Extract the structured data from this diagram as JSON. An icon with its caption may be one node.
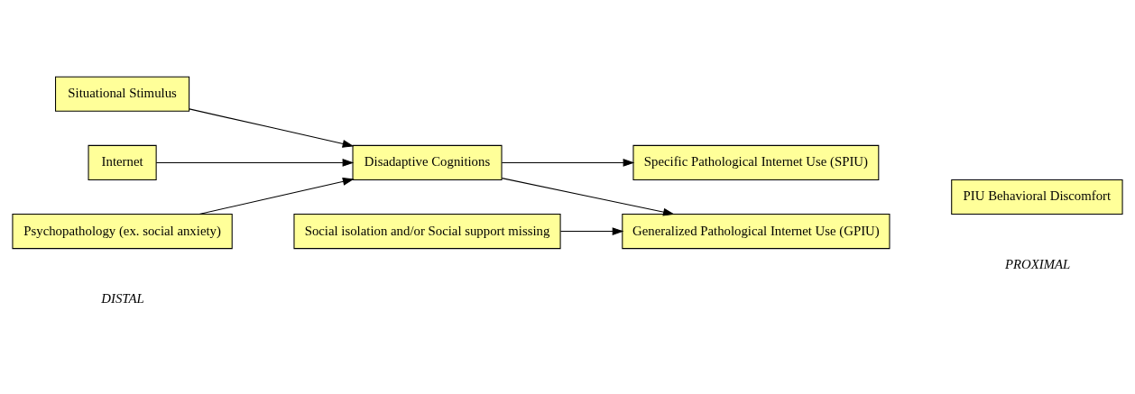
{
  "diagram": {
    "nodes": [
      {
        "text": [
          "Situational Stimulus"
        ]
      },
      {
        "text": [
          "Internet"
        ]
      },
      {
        "text": [
          "Psychopathology (ex. social anxiety)"
        ]
      },
      {
        "text": [
          "Disadaptive Cognitions"
        ]
      },
      {
        "text": [
          "Social isolation and/or Social support missing"
        ]
      },
      {
        "text": [
          "Specific Pathological Internet Use (SPIU)"
        ]
      },
      {
        "text": [
          "Generalized Pathological Internet Use (GPIU)"
        ]
      },
      {
        "text": [
          "PIU Behavioral Discomfort"
        ]
      }
    ],
    "edges": [
      {
        "from": 0,
        "to": 3,
        "arrow": "to"
      },
      {
        "from": 1,
        "to": 3,
        "arrow": "to"
      },
      {
        "from": 2,
        "to": 3,
        "arrow": "to"
      },
      {
        "from": 3,
        "to": 5,
        "arrow": "to"
      },
      {
        "from": 3,
        "to": 6,
        "arrow": "to"
      },
      {
        "from": 4,
        "to": 6,
        "arrow": "to"
      }
    ],
    "labels": [
      "DISTAL",
      "PROXIMAL"
    ]
  }
}
